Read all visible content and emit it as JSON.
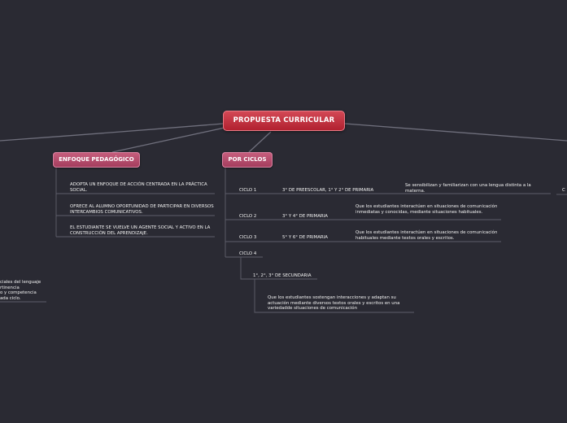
{
  "root": "PROPUESTA CURRICULAR",
  "enfoque": {
    "title": "ENFOQUE PEDAGÓGICO",
    "items": [
      "ADOPTA UN ENFOQUE DE ACCIÓN CENTRADA EN LA PRÁCTICA SOCIAL.",
      "OFRECE AL ALUMNO OPORTUNIDAD DE PARTICIPAR EN DIVERSOS INTERCAMBIOS COMUNICATIVOS.",
      "EL ESTUDIANTE SE VUELVE UN AGENTE SOCIAL Y ACTIVO EN LA CONSTRUCCIÓN DEL APRENDIZAJE."
    ]
  },
  "ciclos": {
    "title": "POR CICLOS",
    "items": [
      {
        "name": "CICLO 1",
        "grades": "3° DE  PREESCOLAR, 1° Y 2° DE PRIMARIA",
        "description": "Se sensibilizan y familiarizan con una lengua distinta a la materna."
      },
      {
        "name": "CICLO 2",
        "grades": "3° Y 4° DE PRIMARIA",
        "description": "Que los estudiantes interactúen en situaciones de comunicación inmediatas y conocidas, mediante situaciones habituales."
      },
      {
        "name": "CICLO 3",
        "grades": "5° Y 6° DE PRIMARIA",
        "description": "Que los estudiantes interactúen en situaciones de comunicación habituales mediante textos orales y escritos."
      },
      {
        "name": "CICLO 4",
        "grades": "1°, 2°, 3° DE SECUNDARIA",
        "description": "Que los estudiantes sostengan interacciones y adaptan su actuación mediante diversos textos orales y escritos en una variedadde situaciones de comunicación"
      }
    ]
  },
  "left_fragment": [
    "ciales del lenguaje",
    "rtinencia",
    "o y competencia",
    "ada ciclo."
  ],
  "right_fragment": "C",
  "colors": {
    "background": "#2a2a33",
    "root_node": "#b01f2e",
    "main_node": "#a23b5c",
    "line": "#6f6f7c",
    "text": "#f2f2f2"
  }
}
